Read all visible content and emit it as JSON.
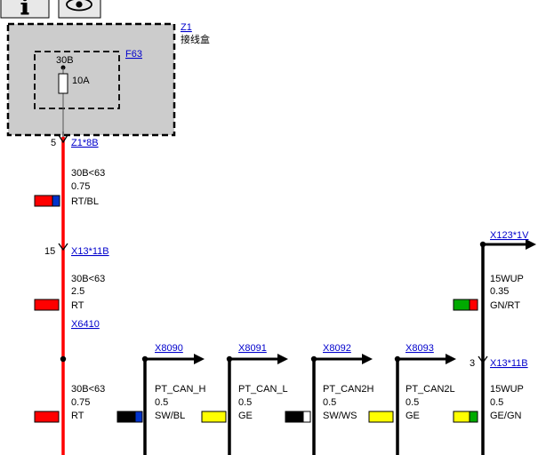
{
  "toolbar": {
    "info_icon": "info-icon",
    "view_icon": "eye-icon"
  },
  "box": {
    "link": "Z1",
    "name": "接线盒",
    "fuse_link": "F63",
    "fuse_terminal": "30B",
    "fuse_rating": "10A"
  },
  "main_wire": {
    "pin_top": "5",
    "conn_top": "Z1*8B",
    "seg1": {
      "signal": "30B<63",
      "size": "0.75",
      "color": "RT/BL"
    },
    "pin_mid": "15",
    "conn_mid": "X13*11B",
    "seg2": {
      "signal": "30B<63",
      "size": "2.5",
      "color": "RT"
    },
    "splice": "X6410",
    "seg3": {
      "signal": "30B<63",
      "size": "0.75",
      "color": "RT"
    }
  },
  "can_wires": [
    {
      "conn": "X8090",
      "signal": "PT_CAN_H",
      "size": "0.5",
      "color": "SW/BL"
    },
    {
      "conn": "X8091",
      "signal": "PT_CAN_L",
      "size": "0.5",
      "color": "GE"
    },
    {
      "conn": "X8092",
      "signal": "PT_CAN2H",
      "size": "0.5",
      "color": "SW/WS"
    },
    {
      "conn": "X8093",
      "signal": "PT_CAN2L",
      "size": "0.5",
      "color": "GE"
    }
  ],
  "right_wire": {
    "conn_top": "X123*1V",
    "seg1": {
      "signal": "15WUP",
      "size": "0.35",
      "color": "GN/RT"
    },
    "pin_mid": "3",
    "conn_mid": "X13*11B",
    "seg2": {
      "signal": "15WUP",
      "size": "0.5",
      "color": "GE/GN"
    }
  },
  "colors": {
    "red": "#ff0000",
    "blue": "#0033cc",
    "black": "#000000",
    "yellow": "#ffff00",
    "green": "#00aa00",
    "white": "#ffffff",
    "box_fill": "#cccccc"
  }
}
